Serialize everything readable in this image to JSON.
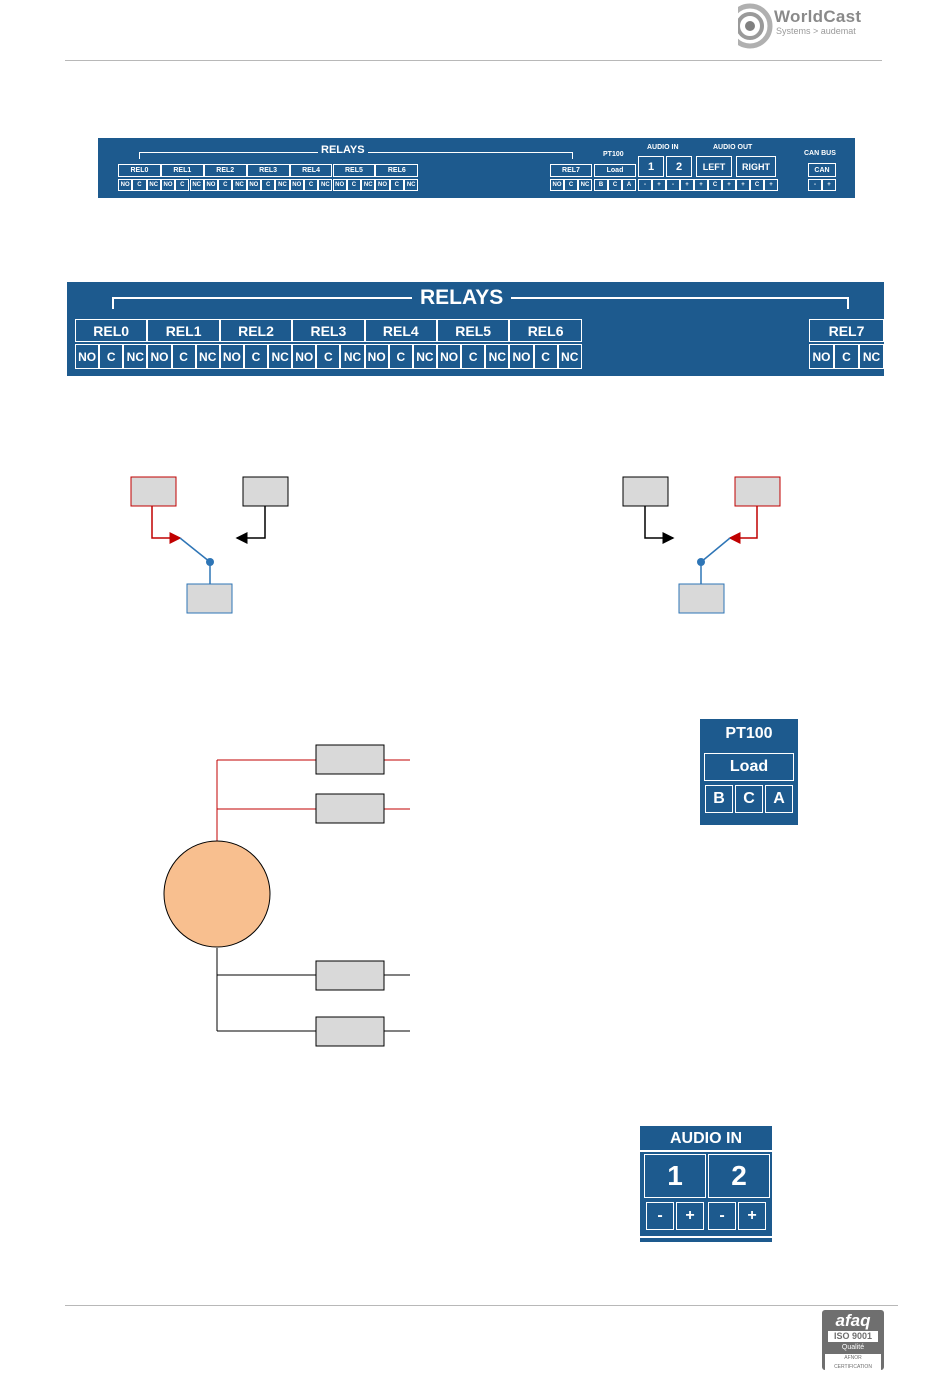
{
  "header": {
    "brand_name": "WorldCast",
    "brand_sub": "Systems > audemat"
  },
  "small_panel": {
    "relays_title": "RELAYS",
    "relays": [
      "REL0",
      "REL1",
      "REL2",
      "REL3",
      "REL4",
      "REL5",
      "REL6"
    ],
    "contacts": [
      "NO",
      "C",
      "NC"
    ],
    "rel7": "REL7",
    "pt100_title": "PT100",
    "load": "Load",
    "pt100_pins": [
      "B",
      "C",
      "A"
    ],
    "audio_in_title": "AUDIO IN",
    "audio_in_channels": [
      "1",
      "2"
    ],
    "audio_out_title": "AUDIO OUT",
    "audio_out_channels": [
      "LEFT",
      "RIGHT"
    ],
    "audio_pins": [
      "-",
      "+",
      "-",
      "+",
      "+",
      "C",
      "+",
      "+",
      "C",
      "+"
    ],
    "can_title": "CAN BUS",
    "can": "CAN",
    "can_pins": [
      "-",
      "+"
    ]
  },
  "large_panel": {
    "relays_title": "RELAYS",
    "relays": [
      "REL0",
      "REL1",
      "REL2",
      "REL3",
      "REL4",
      "REL5",
      "REL6"
    ],
    "contacts": [
      "NO",
      "C",
      "NC"
    ],
    "rel7": "REL7"
  },
  "pt100_panel": {
    "title": "PT100",
    "load": "Load",
    "pins": [
      "B",
      "C",
      "A"
    ]
  },
  "audio_in_panel": {
    "title": "AUDIO IN",
    "channels": [
      "1",
      "2"
    ],
    "pins": [
      "-",
      "+",
      "-",
      "+"
    ]
  },
  "footer": {
    "cert_brand": "afaq",
    "cert_iso": "ISO 9001",
    "cert_quality": "Qualité",
    "cert_org": "AFNOR CERTIFICATION"
  },
  "colors": {
    "panel_blue": "#1d5a8e",
    "wire_red": "#c00000",
    "wire_blue": "#2e75b6",
    "sensor_orange": "#f8bf8f"
  }
}
